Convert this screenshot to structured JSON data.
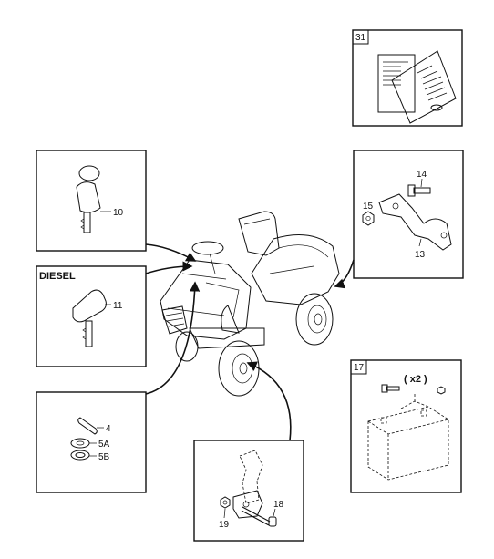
{
  "callouts": {
    "key_10": "10",
    "diesel_title": "DIESEL",
    "key_11": "11",
    "bolt_14": "14",
    "nut_15": "15",
    "bracket_13": "13",
    "box_31": "31",
    "pin_4": "4",
    "washer_5a": "5A",
    "washer_5b": "5B",
    "box_17": "17",
    "qty_x2": "( x2 )",
    "nut_19": "19",
    "bolt_18": "18"
  }
}
